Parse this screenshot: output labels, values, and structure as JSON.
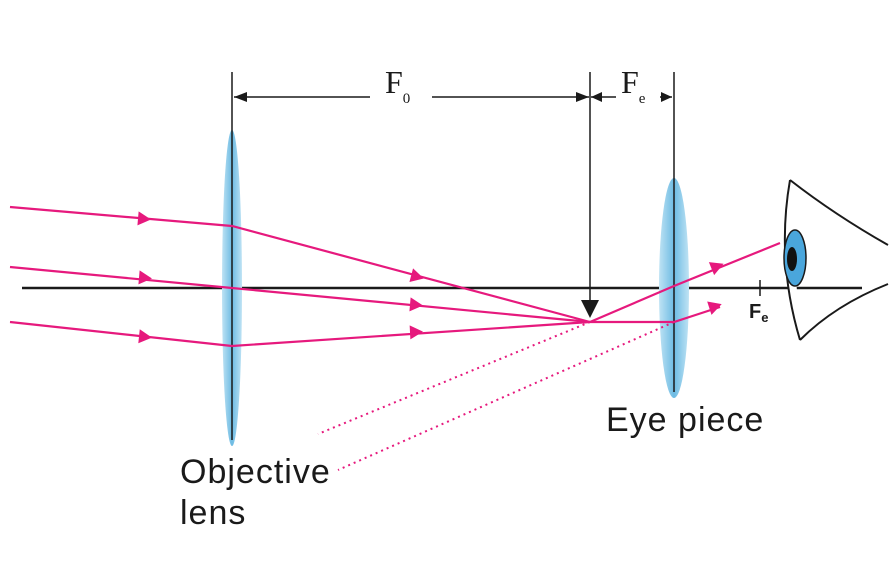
{
  "labels": {
    "fo_main": "F",
    "fo_sub": "0",
    "fe_top_main": "F",
    "fe_top_sub": "e",
    "fe_axis_main": "F",
    "fe_axis_sub": "e",
    "eyepiece": "Eye piece",
    "objective_line1": "Objective",
    "objective_line2": "lens"
  },
  "colors": {
    "ray": "#e6197d",
    "lens": "#7fc4e6",
    "line": "#1a1a1a",
    "iris": "#4aa6dc"
  }
}
